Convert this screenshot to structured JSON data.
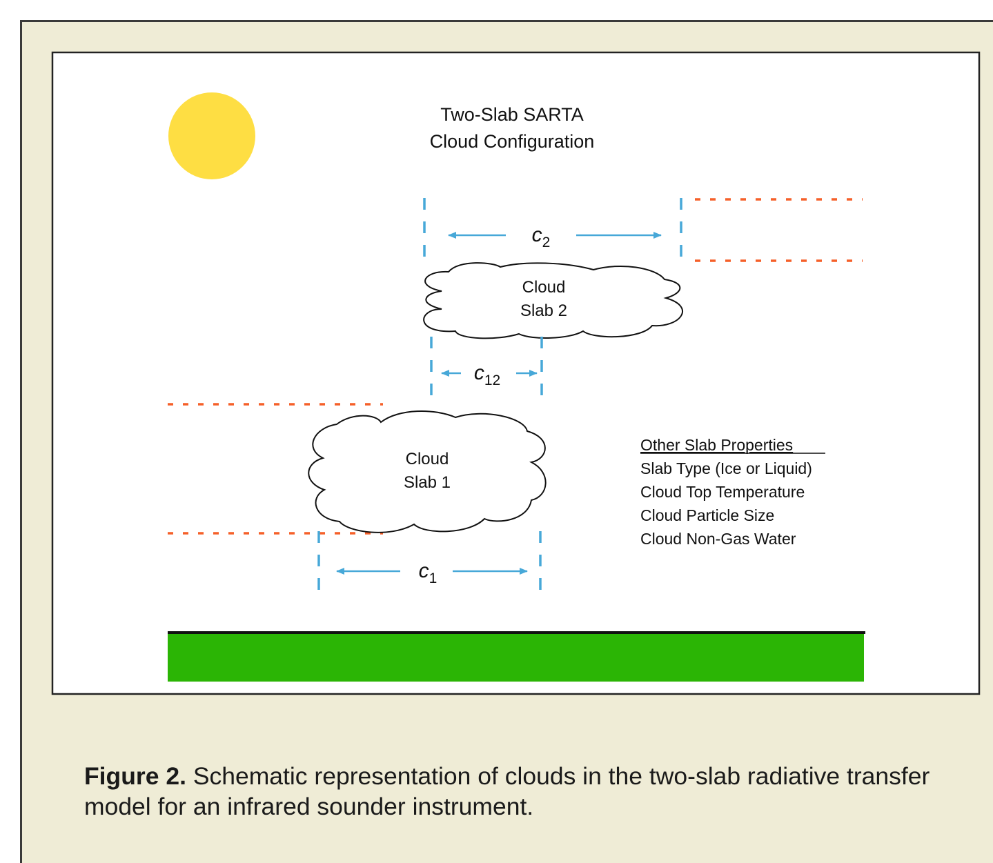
{
  "diagram": {
    "title_line1": "Two-Slab SARTA",
    "title_line2": "Cloud Configuration",
    "cloud2": {
      "line1": "Cloud",
      "line2": "Slab 2"
    },
    "cloud1": {
      "line1": "Cloud",
      "line2": "Slab 1"
    },
    "labels": {
      "c2": {
        "base": "c",
        "sub": "2"
      },
      "c12": {
        "base": "c",
        "sub": "12"
      },
      "c1": {
        "base": "c",
        "sub": "1"
      }
    },
    "properties": {
      "heading": "Other Slab Properties",
      "items": [
        "Slab Type (Ice or Liquid)",
        "Cloud Top Temperature",
        "Cloud Particle Size",
        "Cloud Non-Gas Water"
      ]
    }
  },
  "caption": {
    "label": "Figure 2.",
    "text": " Schematic representation of clouds in the two-slab radiative transfer model for an infrared sounder instrument."
  },
  "colors": {
    "panel_bg": "#efecd6",
    "sun": "#fede43",
    "ground": "#2bb505",
    "dashed_blue": "#47a8d8",
    "dotted_orange": "#f5602a"
  }
}
